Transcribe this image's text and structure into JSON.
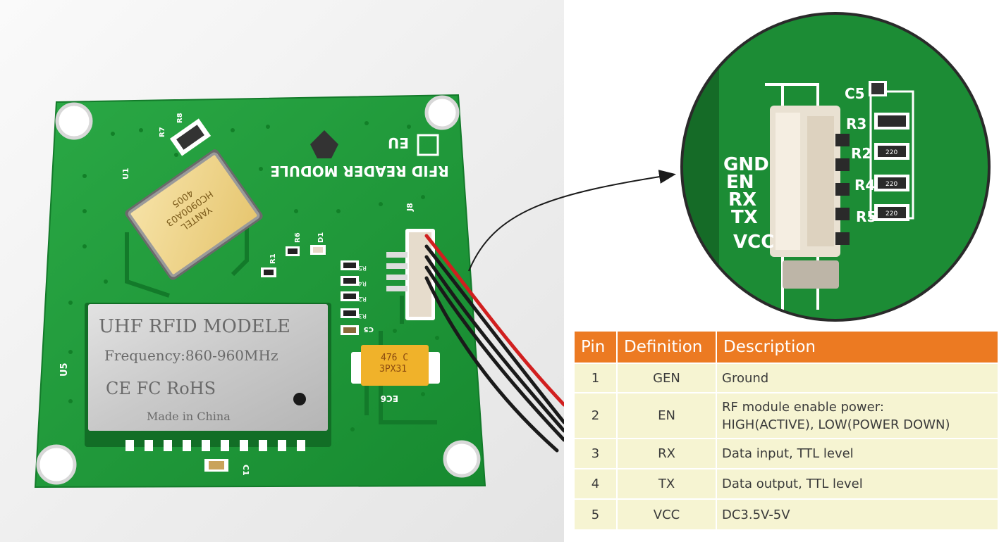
{
  "board": {
    "silkscreen_title": "RFID READER MODULE",
    "silkscreen_region": "EU",
    "silkscreen_conn": "J8",
    "silkscreen_u1": "U1",
    "silkscreen_u5": "U5",
    "silkscreen_c1": "C1",
    "silkscreen_ec6": "EC6",
    "silkscreen_r7": "R7",
    "silkscreen_r8": "R8",
    "silkscreen_r6": "R6",
    "silkscreen_d1": "D1",
    "silkscreen_r1": "R1",
    "silkscreen_c5_small": "C5",
    "chip_lines": [
      "YANTEL",
      "HC0900A03",
      "4005"
    ],
    "capacitor_lines": [
      "476 C",
      "3PX31"
    ],
    "shield": {
      "title": "UHF RFID MODELE",
      "frequency": "Frequency:860-960MHz",
      "marks": "CE FC RoHS",
      "made_in": "Made in China"
    },
    "resistor_labels": [
      "R5",
      "R4",
      "R2",
      "R3"
    ]
  },
  "zoom": {
    "pin_labels": [
      "GND",
      "EN",
      "RX",
      "TX",
      "VCC"
    ],
    "component_labels": [
      "C5",
      "R3",
      "R2",
      "R4",
      "R5"
    ],
    "resistor_codes": [
      "220",
      "220",
      "220"
    ]
  },
  "table": {
    "headers": [
      "Pin",
      "Definition",
      "Description"
    ],
    "rows": [
      {
        "pin": "1",
        "definition": "GEN",
        "description": [
          "Ground"
        ]
      },
      {
        "pin": "2",
        "definition": "EN",
        "description": [
          "RF module enable power:",
          "HIGH(ACTIVE), LOW(POWER DOWN)"
        ]
      },
      {
        "pin": "3",
        "definition": "RX",
        "description": [
          "Data input, TTL level"
        ]
      },
      {
        "pin": "4",
        "definition": "TX",
        "description": [
          "Data output, TTL level"
        ]
      },
      {
        "pin": "5",
        "definition": "VCC",
        "description": [
          "DC3.5V-5V"
        ]
      }
    ]
  },
  "colors": {
    "pcb_green": "#1f9a3a",
    "header_orange": "#ec7a22",
    "table_cell": "#f6f4d2"
  }
}
